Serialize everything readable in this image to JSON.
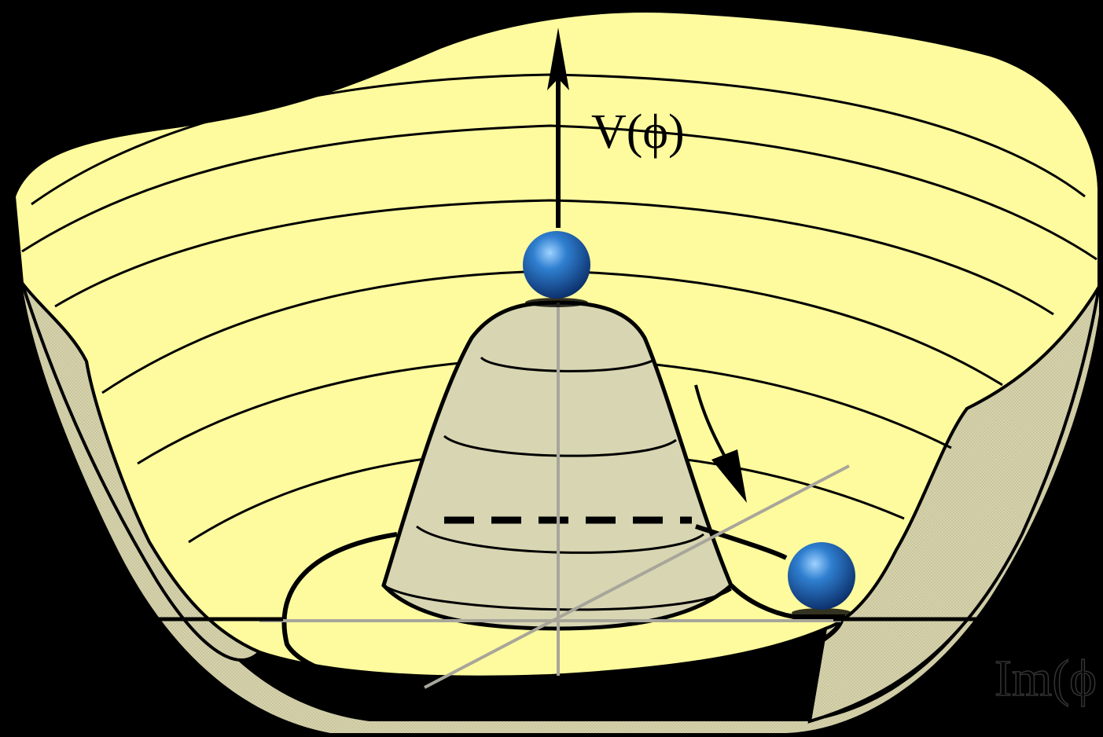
{
  "diagram": {
    "potential_label": "V(ϕ)",
    "imaginary_axis_label": "Im(ϕ",
    "colors": {
      "background": "#000000",
      "surface": "#fefb9e",
      "surface_shade": "#d6d3ac",
      "hump": "#d8d6b2",
      "lines": "#000000",
      "axis_gray": "#a8a69a",
      "ball": "#1f5fb0",
      "ball_highlight": "#8fc4f0"
    },
    "balls": [
      {
        "name": "ball-top",
        "position": "hill-top"
      },
      {
        "name": "ball-trough",
        "position": "potential-minimum"
      }
    ]
  }
}
